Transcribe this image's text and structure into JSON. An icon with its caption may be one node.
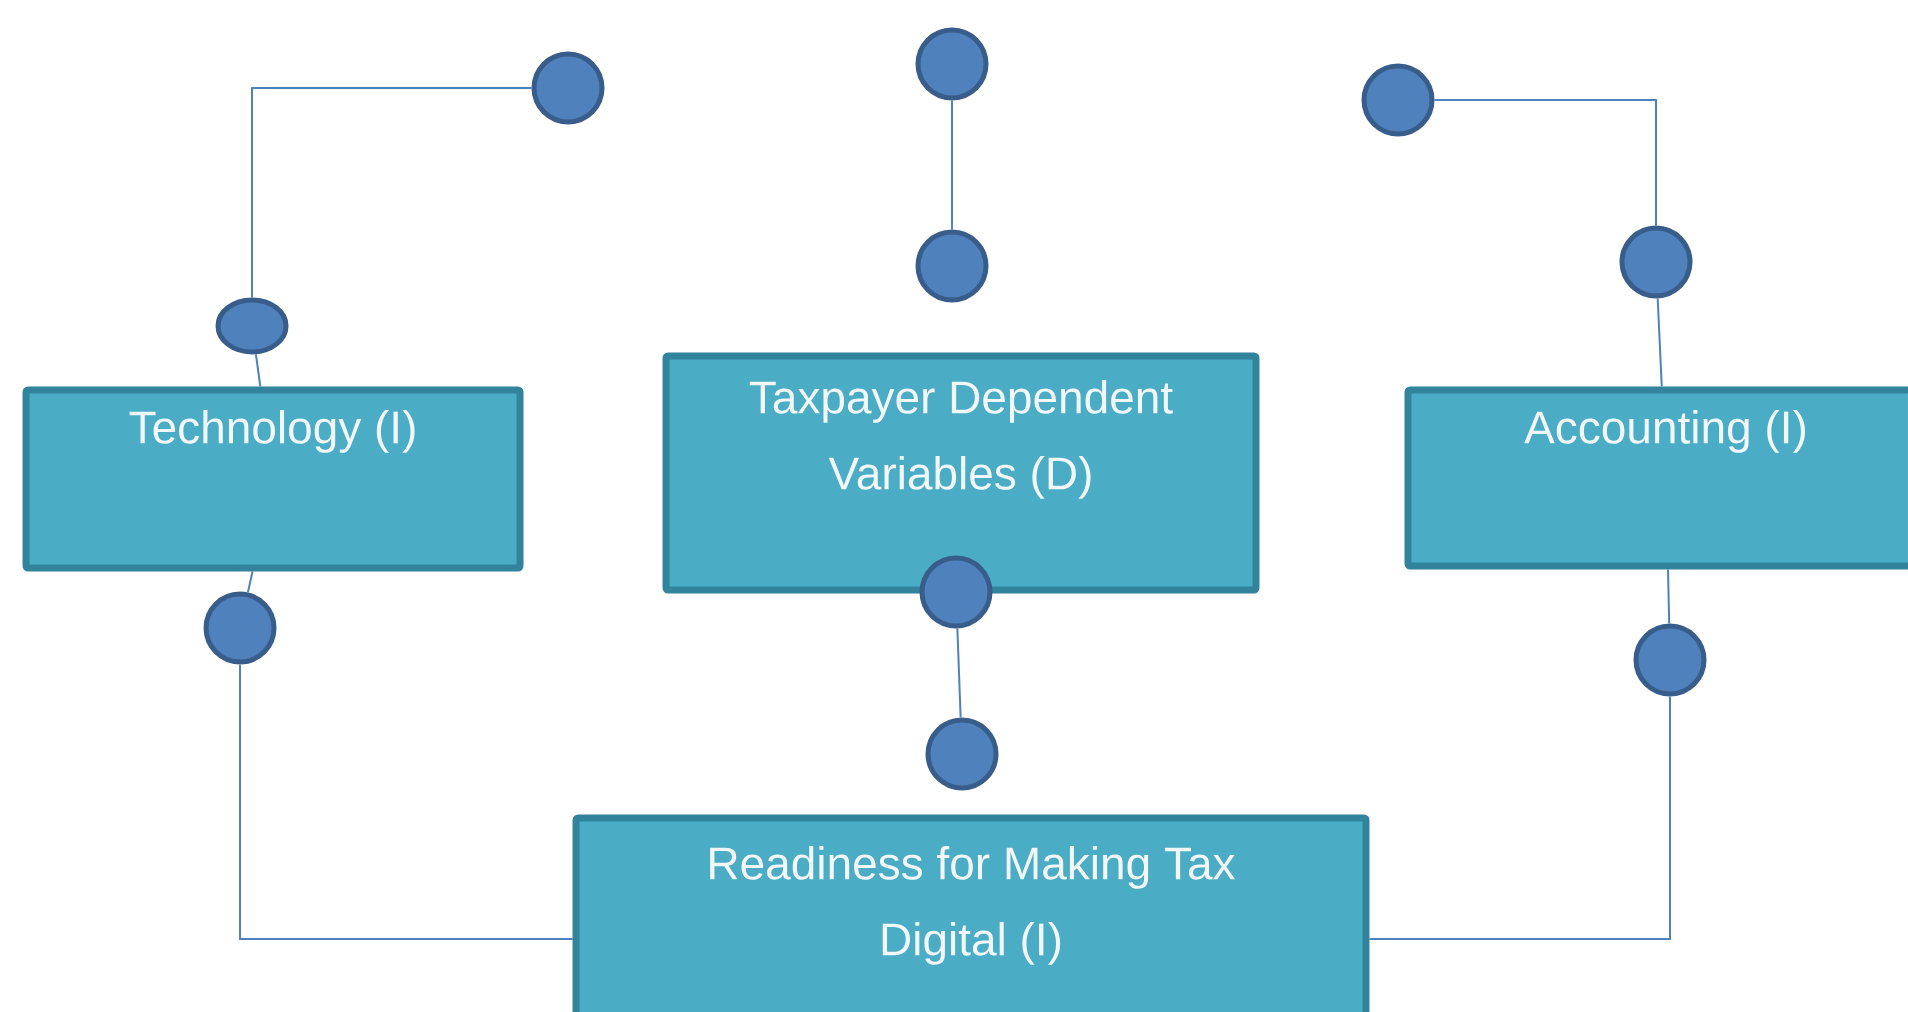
{
  "diagram": {
    "nodes": [
      {
        "text": [
          "Technology (I)"
        ]
      },
      {
        "text": [
          "Taxpayer Dependent Variables (D)"
        ]
      },
      {
        "text": [
          "Accounting (I)"
        ]
      },
      {
        "text": [
          "Readiness for Making Tax Digital (I)"
        ]
      },
      {
        "text": [],
        "shape": "circle"
      },
      {
        "text": [],
        "shape": "circle"
      },
      {
        "text": [],
        "shape": "circle"
      },
      {
        "text": [],
        "shape": "circle"
      },
      {
        "text": [],
        "shape": "circle"
      },
      {
        "text": [],
        "shape": "circle"
      },
      {
        "text": [],
        "shape": "circle"
      },
      {
        "text": [],
        "shape": "circle"
      },
      {
        "text": [],
        "shape": "circle"
      },
      {
        "text": [],
        "shape": "circle"
      }
    ],
    "edges": [
      {
        "from": 4,
        "to": 7,
        "arrow": "none"
      },
      {
        "from": 7,
        "to": 0,
        "arrow": "none"
      },
      {
        "from": 0,
        "to": 10,
        "arrow": "none"
      },
      {
        "from": 10,
        "to": 3,
        "arrow": "none"
      },
      {
        "from": 5,
        "to": 8,
        "arrow": "none"
      },
      {
        "from": 11,
        "to": 13,
        "arrow": "none"
      },
      {
        "from": 6,
        "to": 9,
        "arrow": "none"
      },
      {
        "from": 9,
        "to": 2,
        "arrow": "none"
      },
      {
        "from": 2,
        "to": 12,
        "arrow": "none"
      },
      {
        "from": 12,
        "to": 3,
        "arrow": "none"
      }
    ]
  }
}
